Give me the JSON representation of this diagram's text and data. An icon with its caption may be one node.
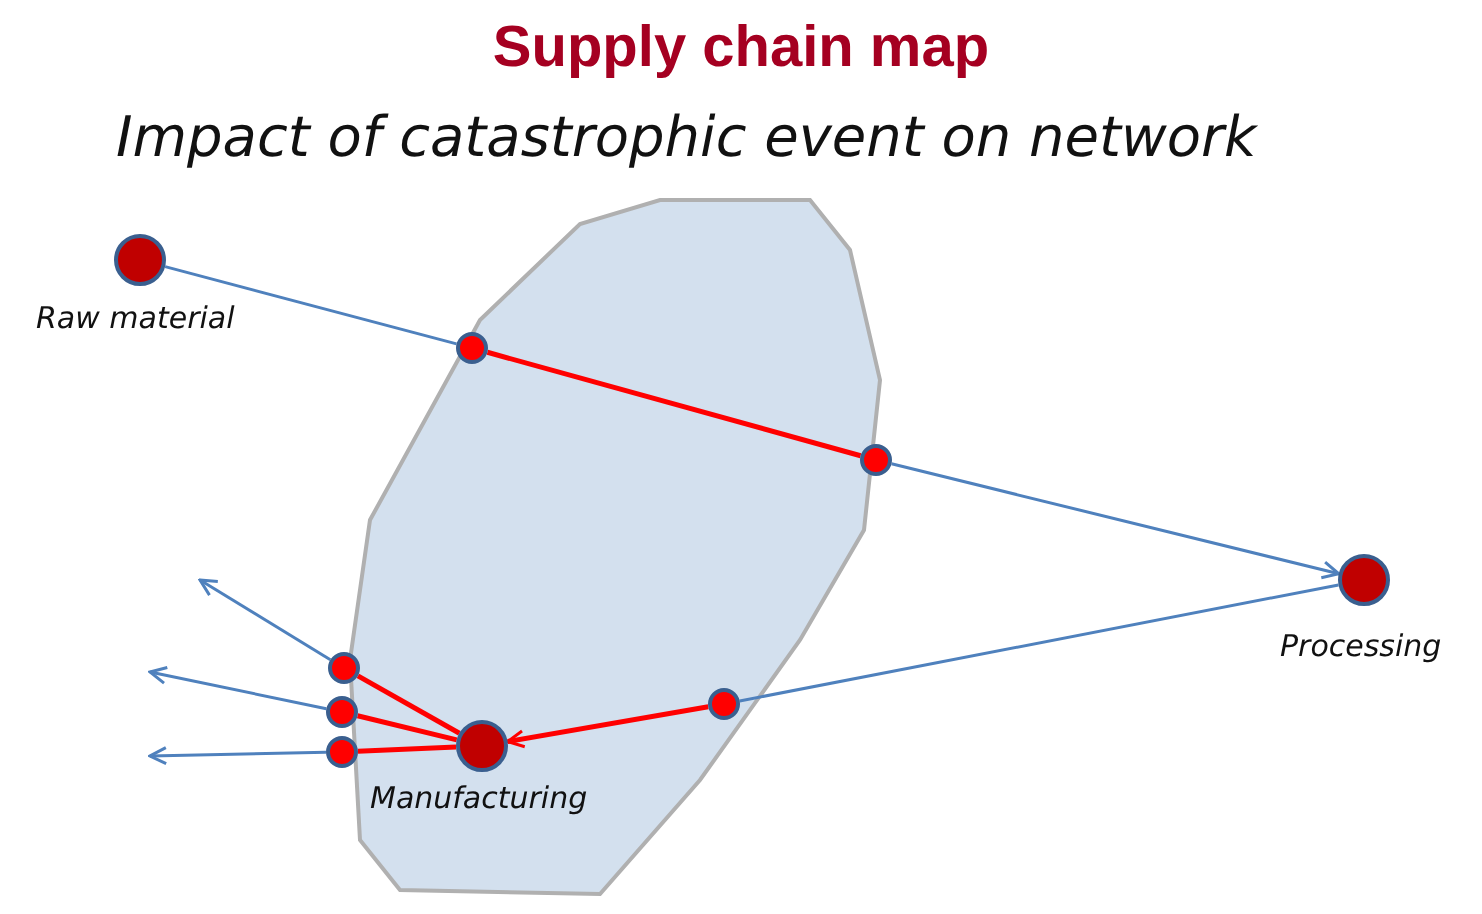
{
  "diagram": {
    "title": "Supply chain map",
    "caption": "Impact of catastrophic event on network",
    "nodes": [
      {
        "text": [],
        "shape": "circle",
        "beside": [
          "Raw material"
        ]
      },
      {
        "text": [],
        "shape": "circle"
      },
      {
        "text": [],
        "shape": "circle"
      },
      {
        "text": [],
        "shape": "circle",
        "beside": [
          "Processing"
        ]
      },
      {
        "text": [],
        "shape": "circle"
      },
      {
        "text": [],
        "shape": "circle",
        "beside": [
          "Manufacturing"
        ]
      },
      {
        "text": [],
        "shape": "circle"
      },
      {
        "text": [],
        "shape": "circle"
      },
      {
        "text": [],
        "shape": "circle"
      }
    ],
    "edges": [
      {
        "from": 0,
        "to": 1,
        "arrow": "none"
      },
      {
        "from": 1,
        "to": 2,
        "arrow": "none",
        "color": "#ff0000"
      },
      {
        "from": 2,
        "to": 3,
        "arrow": "to"
      },
      {
        "from": 3,
        "to": 4,
        "arrow": "none"
      },
      {
        "from": 4,
        "to": 5,
        "arrow": "to",
        "color": "#ff0000"
      },
      {
        "from": 5,
        "to": 6,
        "arrow": "none",
        "color": "#ff0000"
      },
      {
        "from": 5,
        "to": 7,
        "arrow": "none",
        "color": "#ff0000"
      },
      {
        "from": 5,
        "to": 8,
        "arrow": "none",
        "color": "#ff0000"
      },
      {
        "from": 6,
        "to": null,
        "arrow": "to"
      },
      {
        "from": 7,
        "to": null,
        "arrow": "to"
      },
      {
        "from": 8,
        "to": null,
        "arrow": "to"
      }
    ]
  }
}
